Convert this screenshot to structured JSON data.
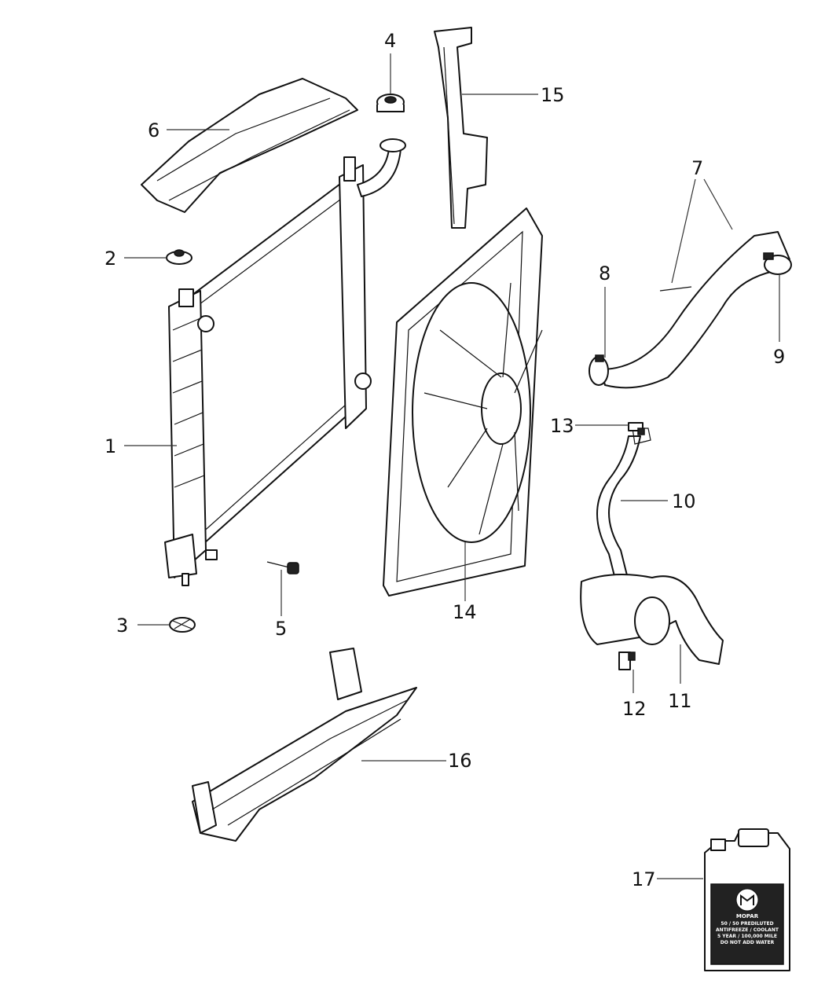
{
  "callouts": {
    "c1": "1",
    "c2": "2",
    "c3": "3",
    "c4": "4",
    "c5": "5",
    "c6": "6",
    "c7": "7",
    "c8": "8",
    "c9": "9",
    "c10": "10",
    "c11": "11",
    "c12": "12",
    "c13": "13",
    "c14": "14",
    "c15": "15",
    "c16": "16",
    "c17": "17"
  },
  "coolant_jug": {
    "brand": "MOPAR",
    "line1": "50 / 50 PREDILUTED",
    "line2": "ANTIFREEZE / COOLANT",
    "line3": "5 YEAR / 100,000 MILE",
    "line4": "DO NOT ADD WATER"
  },
  "colors": {
    "line": "#111111",
    "background": "#ffffff",
    "label_panel": "#1a1a1a"
  }
}
